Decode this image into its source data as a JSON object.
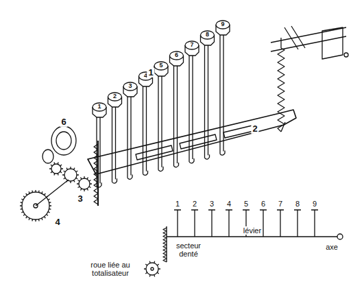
{
  "diagram": {
    "labels": [
      "1",
      "2",
      "3",
      "4",
      "5",
      "6",
      "7",
      "8",
      "9",
      "1",
      "2",
      "6",
      "3",
      "4",
      "1",
      "2",
      "3",
      "4",
      "5",
      "6",
      "7",
      "8",
      "9",
      "secteur denté",
      "lévier",
      "axe",
      "roue liée au totalisateur"
    ]
  }
}
